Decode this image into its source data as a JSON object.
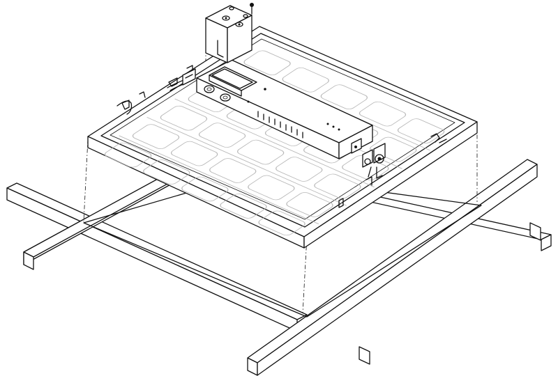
{
  "diagram": {
    "type": "line-art installation illustration",
    "colors": {
      "stroke": "#111111",
      "background": "#ffffff",
      "led_grid": "#b8b8b8"
    },
    "icons": [
      "ceiling-grid",
      "led-panel",
      "driver-box",
      "junction-box",
      "mounting-screw",
      "alignment-lines"
    ]
  }
}
